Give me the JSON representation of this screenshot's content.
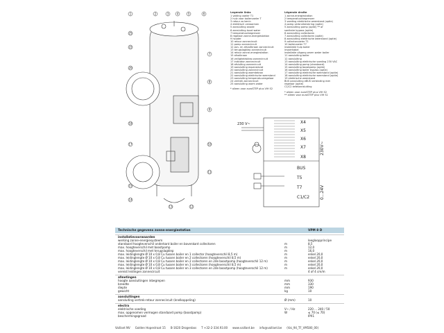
{
  "legend_nl": {
    "title": "Legende links",
    "items": [
      "1  vatting voeler T1",
      "2  hulz voor boilervoeler T",
      "3  retour zo kenin",
      "4  elektrisch verwarmen",
      "5  aansluiting anode",
      "6  aansluiting koud water",
      "7  temperatuurbegrenzer",
      "8  regelaar zonne-energiestation",
      "9  houder",
      "10 retour zonnecircuit",
      "11 pomp zonnecircuit",
      "12 zon- en afsluitkraan zonnecircuit",
      "13 terugslagklep zonnecircuit",
      "14 retour zonne-energiestation",
      "15 afvalkraan",
      "16 veiligheidsklep zonnecircuit",
      "17 indicator zonnecircuit",
      "18 afsluiting zonnecircuit",
      "19 aansluiting expansievat",
      "20 aansluiting zonnecircuit",
      "21 aansluiting warmtebron",
      "22 aansluiting elektrische weerstand",
      "23 aansluiting temperatuurregelaar",
      "24 vertrek zonnecircuit",
      "25 aansluiting warm water"
    ],
    "note": "* alleen voor auroSTEP plus VIH S2"
  },
  "legend_fr": {
    "title": "Légende droite",
    "items": [
      "1  zonne-energiestation",
      "2  temperatuurbegrenzer",
      "3  voeding elektrische weerstand (optie)",
      "4  pomp verbruikerskring (optie)",
      "5  aansluiting pomp (optie) ** of",
      "    sanitaire bypass (optie)",
      "6  aansluiting collectoren",
      "7  aansluiting collectoren (optie)",
      "8  aansluiting elektrische weerstand (optie)",
      "9  collectorvoeler T1",
      "10 boilervoeler T7",
      "    installatie hulp boiler",
      "    invoerkabel",
      "    installatie uitgang warm water boiler",
      "11 aansluiting boiler",
      "12 aansluiting",
      "13 aansluiting elektrische voeding 230 VAC",
      "14 aansluiting pomp (standaard)",
      "15 aansluiting boostpomp (optie)",
      "16 aansluiting boiler bypass (optie)",
      "17 aansluiting elektrische weerstand (optie)",
      "18 aansluiting elektrische weerstand (optie)",
      "19 elektrische weerstand",
      "BUS aansluiting eBUS verbinding met",
      "    regelaar (optie)",
      "C1/C2 ketelaansluiting"
    ],
    "notes": [
      "* alleen voor auroSTEP plus VIH S2",
      "** alleen voor auroSTEP plus VIH S1"
    ]
  },
  "wiring": {
    "supply_label": "230 V~",
    "terminals": [
      "X4",
      "X5",
      "X6",
      "X7",
      "X8",
      "BUS",
      "T5",
      "T7",
      "C1/C2"
    ],
    "side_labels": [
      "230V~",
      "0...24V"
    ]
  },
  "tech": {
    "header": "Technische gegevens zonne-energiestation",
    "model": "VPM 8 D",
    "sections": [
      {
        "title": "installatievoorwaarden",
        "rows": [
          [
            "werking zonne-energiesysteem",
            "",
            "leegloopprincipe"
          ],
          [
            "standaard hoogteverschil onderkant boiler en bovenkant collectoren",
            "m",
            "8,5"
          ],
          [
            "max. hoogteverschil met boostpomp",
            "m",
            "12,0"
          ],
          [
            "max. hoogteverschil met terugslagklep",
            "m",
            "16,0"
          ],
          [
            "max. leidinglengte Ø 10 x 0,8 Cu tussen boiler en 1 collector (hoogteverschil 8,5 m)",
            "m",
            "enkel 20,0"
          ],
          [
            "max. leidinglengte Ø 10 x 0,8 Cu tussen boiler en 2 collectoren (hoogteverschil 8,5 m)",
            "m",
            "enkel 20,0"
          ],
          [
            "max. leidinglengte Ø 10 x 0,8 Cu tussen boiler en 2 collectoren en 2de boostpomp (hoogteverschil 12 m)",
            "m",
            "enkel 20,0"
          ],
          [
            "max. leidinglengte Ø 10 x 0,8 Cu tussen boiler en 3 collectoren (hoogteverschil 8,5 m)",
            "m",
            "enkel 20,0"
          ],
          [
            "max. leidinglengte Ø 10 x 0,8 Cu tussen boiler en 3 collectoren en 2de boostpomp (hoogteverschil 12 m)",
            "m",
            "enkel 20,0"
          ],
          [
            "vereist leidingen zonnecircuit",
            "",
            "4 of 4 cm/m"
          ]
        ]
      },
      {
        "title": "afmetingen",
        "rows": [
          [
            "hoogte aansluitingen inbegrepen",
            "mm",
            "930"
          ],
          [
            "breedte",
            "mm",
            "330"
          ],
          [
            "diepte",
            "mm",
            "190"
          ],
          [
            "gewicht",
            "kg",
            "10"
          ]
        ]
      },
      {
        "title": "aansluitingen",
        "rows": [
          [
            "aansluiting vertrek-retour zonnecircuit (knelkoppeling)",
            "Ø (mm)",
            "10"
          ]
        ]
      },
      {
        "title": "electra",
        "rows": [
          [
            "elektrische voeding",
            "V~ / Hz",
            "220 ... 240 / 50"
          ],
          [
            "max. opgenomen vermogen standaard pomp (boostpomp)",
            "W",
            "≤ 70 (≤ 70)"
          ],
          [
            "beschermingsgraad",
            "",
            "IPX1"
          ]
        ]
      }
    ]
  },
  "footer": {
    "brand": "Vaillant NV",
    "address": "Golden Hopestraat 15",
    "city": "B-1620 Drogenbos",
    "phone": "T +32-2-334.93.00",
    "web": "www.vaillant.be",
    "mail": "info@vaillant.be",
    "doc": "(Vai_94_TF_VM580_00)"
  }
}
